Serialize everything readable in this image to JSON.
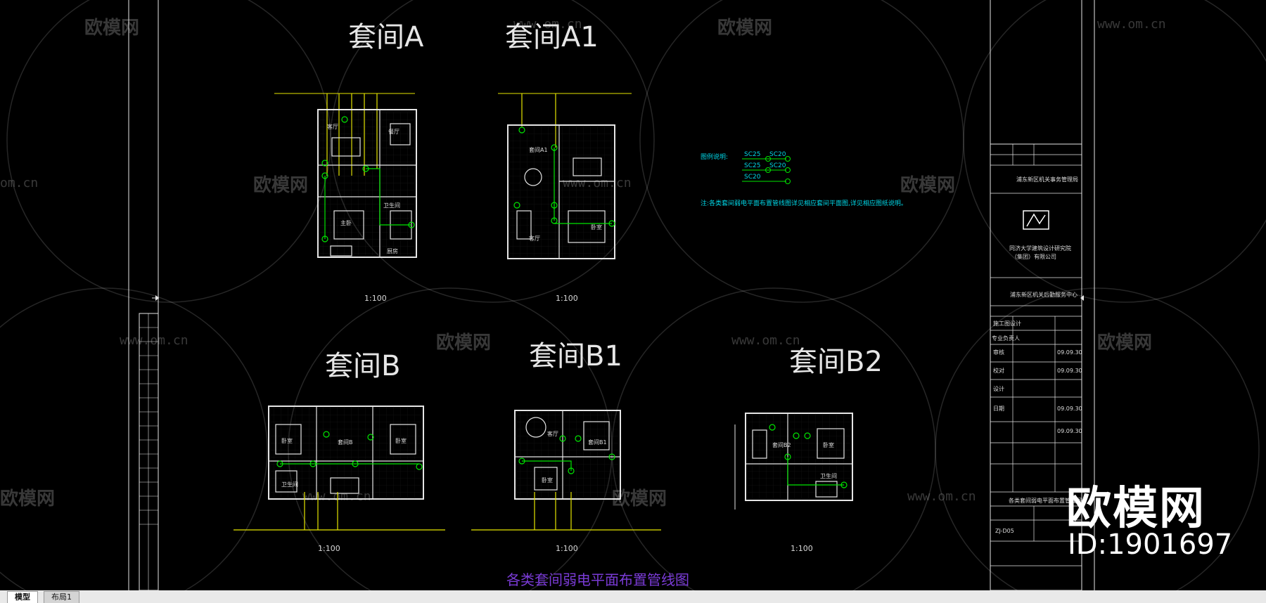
{
  "drawing": {
    "titles": {
      "a": "套间A",
      "a1": "套间A1",
      "b": "套间B",
      "b1": "套间B1",
      "b2": "套间B2"
    },
    "scales": {
      "a": "1:100",
      "a1": "1:100",
      "b": "1:100",
      "b1": "1:100",
      "b2": "1:100"
    },
    "main_title": "各类套间弱电平面布置管线图",
    "legend_title": "图例说明:",
    "legend_items": [
      "SC25",
      "SC20",
      "SC25",
      "SC20",
      "SC20"
    ],
    "note": "注:各类套间弱电平面布置管线图详见相应套间平面图,详见相应图纸说明。",
    "room_labels": {
      "a_living": "客厅",
      "a_dining": "餐厅",
      "a_bedroom": "主卧",
      "a_bath": "卫生间",
      "a_kitchen": "厨房",
      "a1_room": "套间A1",
      "a1_living": "客厅",
      "a1_bedroom": "卧室",
      "b_room": "套间B",
      "b_bed1": "卧室",
      "b_bed2": "卧室",
      "b_bath": "卫生间",
      "b1_room": "套间B1",
      "b1_bed": "卧室",
      "b1_living": "客厅",
      "b2_room": "套间B2",
      "b2_bed": "卧室",
      "b2_bath": "卫生间"
    }
  },
  "title_block": {
    "company_line1": "同济大学建筑设计研究院",
    "company_line2": "（集团）有限公司",
    "project": "浦东新区机关事务管理局",
    "subproject": "浦东新区机关后勤服务中心",
    "drawing_name": "各类套间弱电平面布置管线图",
    "drawing_no": "ZJ-D05",
    "rows": [
      "施工图设计",
      "专业负责人",
      "审核",
      "校对",
      "设计",
      "日期"
    ],
    "dates": [
      "09.09.30",
      "09.09.30",
      "09.09.30",
      "09.09.30"
    ]
  },
  "watermark": {
    "brand": "欧模网",
    "url": "www.om.cn",
    "url_short": "om.cn"
  },
  "overlay": {
    "logo": "欧模网",
    "id": "ID:1901697"
  },
  "tabs": {
    "model": "模型",
    "layout1": "布局1"
  },
  "colors": {
    "background": "#000000",
    "line_white": "#e6e6e6",
    "line_yellow": "#e6e600",
    "line_green": "#00e600",
    "line_cyan": "#00d6e6",
    "title_purple": "#7a3bd6"
  }
}
